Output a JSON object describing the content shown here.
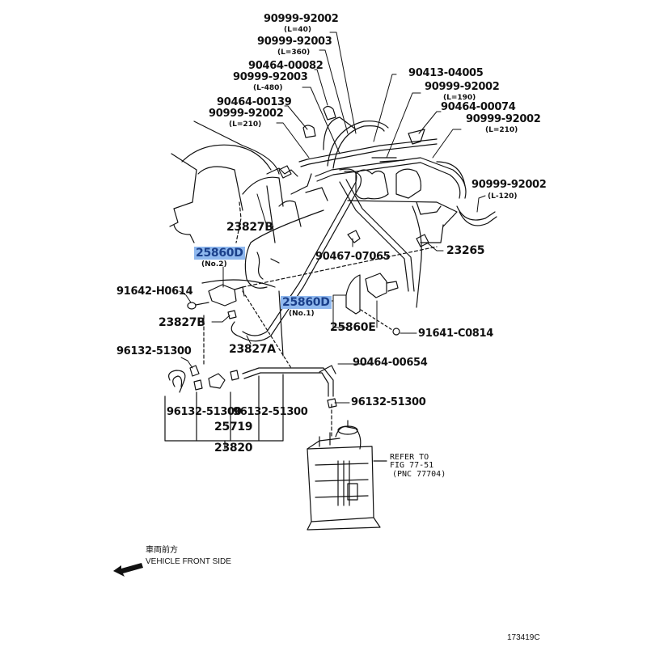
{
  "diagram": {
    "title": "Vacuum hose / evaporative emission parts diagram",
    "figure_number": "173419C",
    "direction": {
      "japanese": "車両前方",
      "english": "VEHICLE FRONT SIDE",
      "icon": "arrow-left-down-icon"
    },
    "highlight_color": "#8fb8ee",
    "highlight_text_color": "#1a3f8a",
    "parts": [
      {
        "id": "p1",
        "number": "90999-92002",
        "spec": "(L=40)"
      },
      {
        "id": "p2",
        "number": "90999-92003",
        "spec": "(L=360)"
      },
      {
        "id": "p3",
        "number": "90464-00082",
        "spec": ""
      },
      {
        "id": "p4",
        "number": "90999-92003",
        "spec": "(L-480)"
      },
      {
        "id": "p5",
        "number": "90464-00139",
        "spec": ""
      },
      {
        "id": "p6",
        "number": "90999-92002",
        "spec": "(L=210)"
      },
      {
        "id": "p7",
        "number": "90413-04005",
        "spec": ""
      },
      {
        "id": "p8",
        "number": "90999-92002",
        "spec": "(L=190)"
      },
      {
        "id": "p9",
        "number": "90464-00074",
        "spec": ""
      },
      {
        "id": "p10",
        "number": "90999-92002",
        "spec": "(L=210)"
      },
      {
        "id": "p11",
        "number": "90999-92002",
        "spec": "(L-120)"
      },
      {
        "id": "p12",
        "number": "23827B",
        "spec": ""
      },
      {
        "id": "p13",
        "number": "25860D",
        "spec": "(No.2)",
        "highlighted": true
      },
      {
        "id": "p14",
        "number": "90467-07065",
        "spec": ""
      },
      {
        "id": "p15",
        "number": "23265",
        "spec": ""
      },
      {
        "id": "p16",
        "number": "91642-H0614",
        "spec": ""
      },
      {
        "id": "p17",
        "number": "25860D",
        "spec": "(No.1)",
        "highlighted": true
      },
      {
        "id": "p18",
        "number": "23827B",
        "spec": ""
      },
      {
        "id": "p19",
        "number": "25860E",
        "spec": ""
      },
      {
        "id": "p20",
        "number": "91641-C0814",
        "spec": ""
      },
      {
        "id": "p21",
        "number": "23827A",
        "spec": ""
      },
      {
        "id": "p22",
        "number": "96132-51300",
        "spec": ""
      },
      {
        "id": "p23",
        "number": "90464-00654",
        "spec": ""
      },
      {
        "id": "p24",
        "number": "96132-51300",
        "spec": ""
      },
      {
        "id": "p25",
        "number": "96132-51300",
        "spec": ""
      },
      {
        "id": "p26",
        "number": "96132-51300",
        "spec": ""
      },
      {
        "id": "p27",
        "number": "25719",
        "spec": ""
      },
      {
        "id": "p28",
        "number": "23820",
        "spec": ""
      }
    ],
    "reference_note": {
      "line1": "REFER TO",
      "line2": "FIG 77-51",
      "line3": "(PNC 77704)"
    }
  }
}
